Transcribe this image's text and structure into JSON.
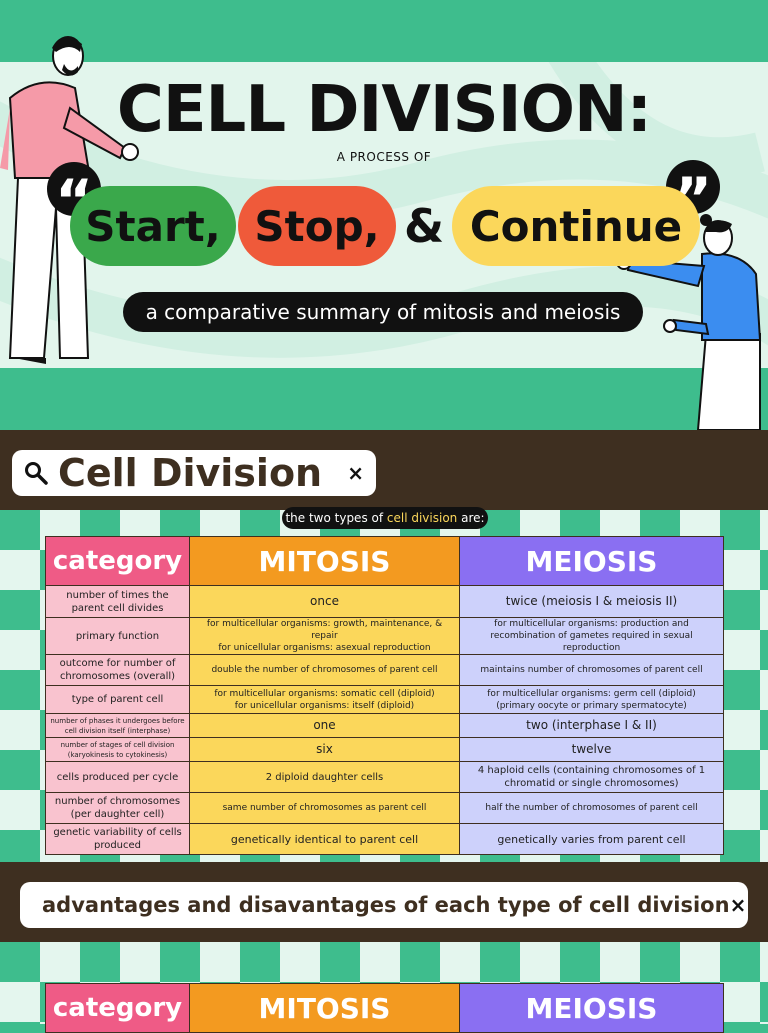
{
  "hero": {
    "title": "CELL DIVISION:",
    "subtitle": "A PROCESS OF",
    "pills": {
      "start": "Start,",
      "stop": "Stop,",
      "amp": "&",
      "continue": "Continue"
    },
    "tagline": "a comparative summary of mitosis and meiosis"
  },
  "search1": {
    "query": "Cell Division",
    "close": "×"
  },
  "pre_label": {
    "before": "the two types of ",
    "highlight": "cell division",
    "after": " are:"
  },
  "table1": {
    "headers": [
      "category",
      "MITOSIS",
      "MEIOSIS"
    ],
    "rows": [
      [
        "number of times the parent cell divides",
        "once",
        "twice (meiosis I & meiosis II)"
      ],
      [
        "primary function",
        "for multicellular organisms: growth, maintenance, & repair\nfor unicellular organisms: asexual reproduction",
        "for multicellular organisms: production and recombination of gametes required in sexual reproduction"
      ],
      [
        "outcome for number of chromosomes (overall)",
        "double the number of chromosomes of parent cell",
        "maintains number of chromosomes of parent cell"
      ],
      [
        "type of parent cell",
        "for multicellular organisms: somatic cell (diploid)\nfor unicellular organisms: itself (diploid)",
        "for multicellular organisms: germ cell (diploid)\n(primary oocyte or primary spermatocyte)"
      ],
      [
        "number of phases it undergoes before cell division itself (interphase)",
        "one",
        "two (interphase I & II)"
      ],
      [
        "number of stages of cell division (karyokinesis to cytokinesis)",
        "six",
        "twelve"
      ],
      [
        "cells produced per cycle",
        "2 diploid daughter cells",
        "4 haploid cells (containing chromosomes of 1 chromatid or single chromosomes)"
      ],
      [
        "number of chromosomes (per daughter cell)",
        "same number of chromosomes as parent cell",
        "half the number of chromosomes of parent cell"
      ],
      [
        "genetic variability of cells produced",
        "genetically identical to parent cell",
        "genetically varies from parent cell"
      ]
    ]
  },
  "search2": {
    "query": "advantages and disavantages of each type of cell division",
    "close": "×"
  },
  "table2": {
    "headers": [
      "category",
      "MITOSIS",
      "MEIOSIS"
    ]
  },
  "colors": {
    "green": "#3ebd8d",
    "brown": "#3e2f20",
    "pink": "#ef5b86",
    "orange": "#f39a20",
    "purple": "#8a6ff2",
    "yellow": "#fbd75b"
  }
}
